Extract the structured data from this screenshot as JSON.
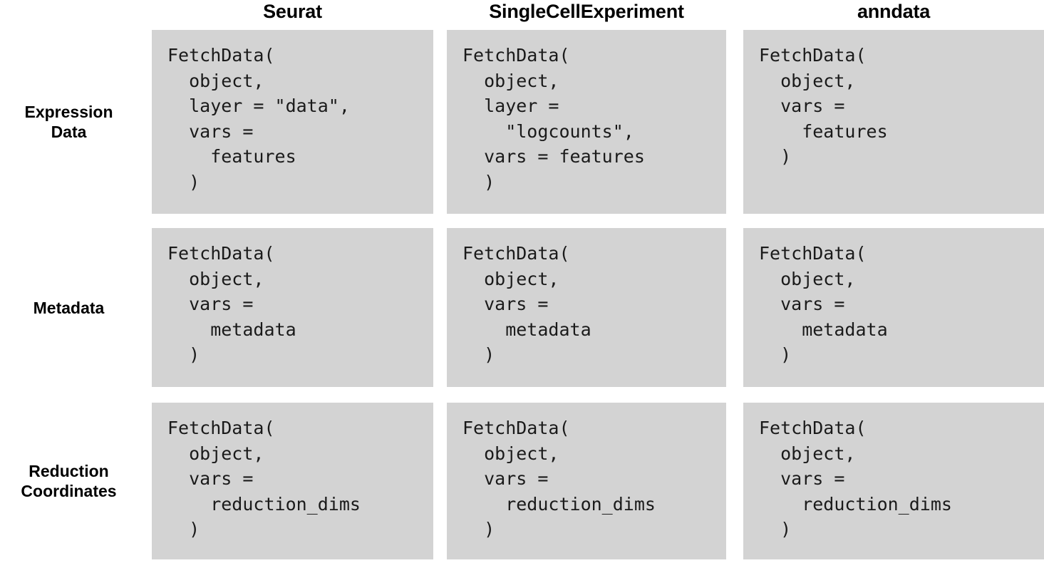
{
  "figure": {
    "kind": "comparison-table",
    "background_color": "#ffffff",
    "cell_background_color": "#d3d3d3",
    "code_text_color": "#1a1a1a",
    "label_text_color": "#000000"
  },
  "columns": [
    {
      "id": "seurat",
      "label": "Seurat"
    },
    {
      "id": "singlecellexperiment",
      "label": "SingleCellExperiment"
    },
    {
      "id": "anndata",
      "label": "anndata"
    }
  ],
  "rows": [
    {
      "id": "expression-data",
      "label": "Expression\nData"
    },
    {
      "id": "metadata",
      "label": "Metadata"
    },
    {
      "id": "reduction-coordinates",
      "label": "Reduction\nCoordinates"
    }
  ],
  "cells": {
    "expression_data": {
      "seurat": "FetchData(\n  object,\n  layer = \"data\",\n  vars =\n    features\n  )",
      "singlecellexperiment": "FetchData(\n  object,\n  layer =\n    \"logcounts\",\n  vars = features\n  )",
      "anndata": "FetchData(\n  object,\n  vars =\n    features\n  )"
    },
    "metadata": {
      "seurat": "FetchData(\n  object,\n  vars =\n    metadata\n  )",
      "singlecellexperiment": "FetchData(\n  object,\n  vars =\n    metadata\n  )",
      "anndata": "FetchData(\n  object,\n  vars =\n    metadata\n  )"
    },
    "reduction_coordinates": {
      "seurat": "FetchData(\n  object,\n  vars =\n    reduction_dims\n  )",
      "singlecellexperiment": "FetchData(\n  object,\n  vars =\n    reduction_dims\n  )",
      "anndata": "FetchData(\n  object,\n  vars =\n    reduction_dims\n  )"
    }
  }
}
